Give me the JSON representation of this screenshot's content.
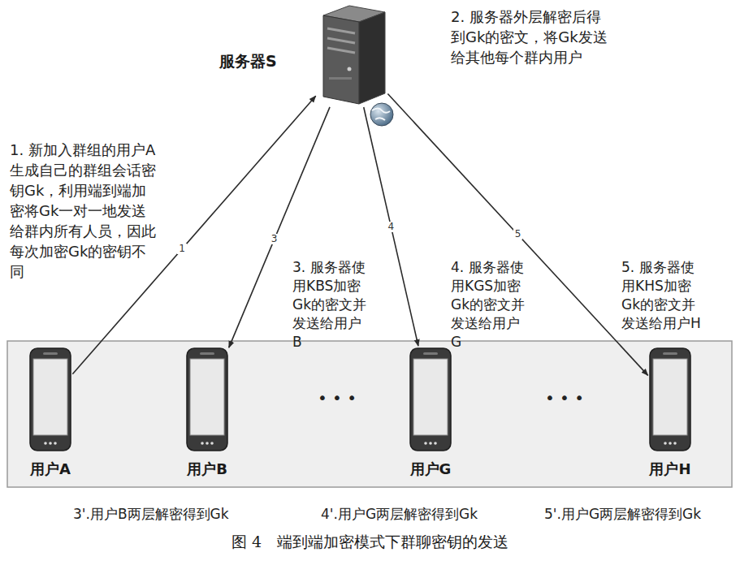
{
  "diagram": {
    "caption": "图 4　端到端加密模式下群聊密钥的发送",
    "nodes": [
      {
        "text": [
          "服务器S"
        ]
      },
      {
        "text": [
          "用户A"
        ]
      },
      {
        "text": [
          "用户B"
        ]
      },
      {
        "text": [
          "用户G"
        ]
      },
      {
        "text": [
          "用户H"
        ]
      }
    ],
    "edges": [
      {
        "from": 1,
        "to": 0,
        "arrow": "to",
        "label": "1"
      },
      {
        "from": 0,
        "to": 2,
        "arrow": "to",
        "label": "3"
      },
      {
        "from": 0,
        "to": 3,
        "arrow": "to",
        "label": "4"
      },
      {
        "from": 0,
        "to": 4,
        "arrow": "to",
        "label": "5"
      }
    ],
    "labels": [
      "2. 服务器外层解密后得到Gk的密文，将Gk发送给其他每个群内用户",
      "1. 新加入群组的用户A生成自己的群组会话密钥Gk，利用端到端加密将Gk一对一地发送给群内所有人员，因此每次加密Gk的密钥不同",
      "3. 服务器使用KBS加密Gk的密文并发送给用户B",
      "4. 服务器使用KGS加密Gk的密文并发送给用户G",
      "5. 服务器使用KHS加密Gk的密文并发送给用户H",
      "• • •",
      "• • •",
      "3'.用户B两层解密得到Gk",
      "4'.用户G两层解密得到Gk",
      "5'.用户G两层解密得到Gk"
    ]
  }
}
